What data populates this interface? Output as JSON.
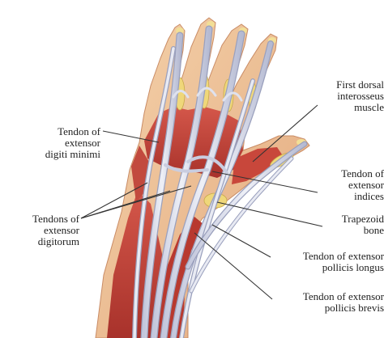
{
  "labels": {
    "extensor_digiti_minimi": [
      "Tendon of",
      "extensor",
      "digiti minimi"
    ],
    "extensor_digitorum": [
      "Tendons of",
      "extensor",
      "digitorum"
    ],
    "first_dorsal_interosseus": [
      "First dorsal",
      "interosseus",
      "muscle"
    ],
    "extensor_indices": [
      "Tendon of",
      "extensor",
      "indices"
    ],
    "trapezoid_bone": [
      "Trapezoid",
      "bone"
    ],
    "extensor_pollicis_longus": [
      "Tendon of extensor",
      "pollicis longus"
    ],
    "extensor_pollicis_brevis": [
      "Tendon of extensor",
      "pollicis brevis"
    ]
  },
  "colors": {
    "muscle": "#c9453a",
    "muscle_dark": "#9e2e28",
    "skin": "#f0c9a0",
    "bone": "#efd77a",
    "tendon": "#d9dbe8",
    "tendon_edge": "#9aa0bd",
    "leader": "#333333"
  }
}
